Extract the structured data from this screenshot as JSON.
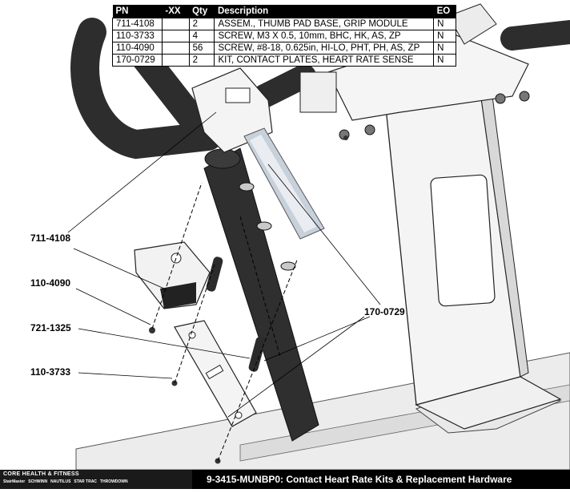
{
  "parts_table": {
    "headers": [
      "PN",
      "-XX",
      "Qty",
      "Description",
      "EO"
    ],
    "rows": [
      {
        "pn": "711-4108",
        "xx": "",
        "qty": "2",
        "description": "ASSEM., THUMB PAD BASE, GRIP MODULE",
        "eo": "N"
      },
      {
        "pn": "110-3733",
        "xx": "",
        "qty": "4",
        "description": "SCREW, M3 X 0.5, 10mm, BHC, HK, AS, ZP",
        "eo": "N"
      },
      {
        "pn": "110-4090",
        "xx": "",
        "qty": "56",
        "description": "SCREW, #8-18, 0.625in, HI-LO, PHT, PH, AS, ZP",
        "eo": "N"
      },
      {
        "pn": "170-0729",
        "xx": "",
        "qty": "2",
        "description": "KIT, CONTACT PLATES, HEART RATE SENSE",
        "eo": "N"
      }
    ]
  },
  "callouts": {
    "c711_4108": "711-4108",
    "c110_4090": "110-4090",
    "c721_1325": "721-1325",
    "c110_3733": "110-3733",
    "c170_0729": "170-0729"
  },
  "footer": {
    "company": "CORE HEALTH & FITNESS",
    "brands": [
      "StairMaster",
      "SCHWINN",
      "NAUTILUS",
      "STAR TRAC",
      "THROWDOWN"
    ],
    "title": "9-3415-MUNBP0: Contact Heart Rate Kits & Replacement Hardware"
  }
}
